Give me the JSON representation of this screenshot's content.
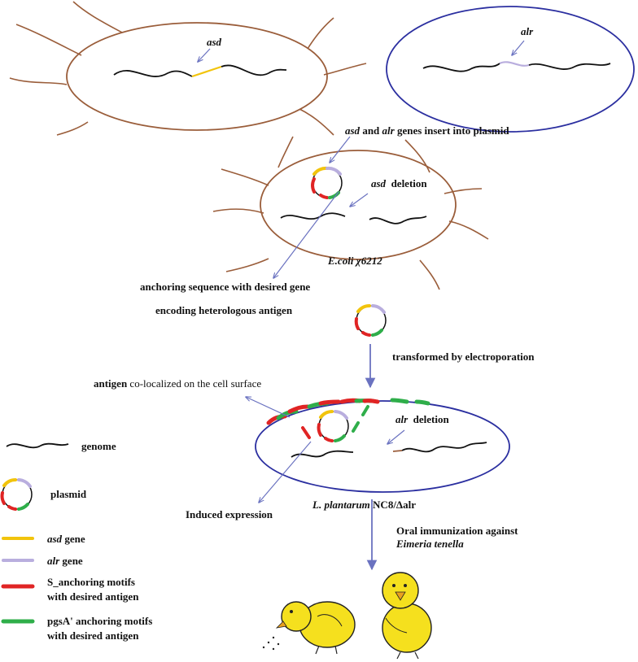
{
  "labels": {
    "asd_top": "asd",
    "alr_top": "alr",
    "insert_prefix": "asd",
    "insert_and": " and ",
    "insert_alr": "alr",
    "insert_suffix": " genes insert into plasmid",
    "asd_deletion_gene": "asd",
    "asd_deletion_word": "deletion",
    "ecoli_strain": "E.coli χ6212",
    "anchoring_line1": "anchoring sequence with  desired gene",
    "anchoring_line2": "encoding heterologous  antigen",
    "transformed": "transformed by electroporation",
    "antigen_prefix": "antigen",
    "antigen_suffix": " co-localized on the cell surface",
    "alr_deletion_gene": "alr",
    "alr_deletion_word": "deletion",
    "induced": "Induced expression",
    "lplantarum_species": "L. plantarum",
    "lplantarum_strain": " NC8/Δalr",
    "oral_line1": "Oral immunization against",
    "oral_line2": "Eimeria tenella"
  },
  "legend": {
    "genome": "genome",
    "plasmid": "plasmid",
    "asd_gene_name": "asd",
    "asd_gene_word": " gene",
    "alr_gene_name": "alr",
    "alr_gene_word": " gene",
    "s_anchor_line1": "S_anchoring motifs",
    "s_anchor_line2": "with  desired antigen",
    "pgsa_line1": "pgsA'  anchoring motifs",
    "pgsa_line2": "with  desired antigen"
  },
  "colors": {
    "asd": "#f2c40c",
    "alr": "#b9aede",
    "s_anchor": "#e02424",
    "pgsa": "#2fae4a",
    "ecoli_membrane": "#9a5d3a",
    "lplantarum_membrane": "#2b2fa0",
    "arrow": "#6a72c0",
    "chick": "#f5e01e"
  }
}
